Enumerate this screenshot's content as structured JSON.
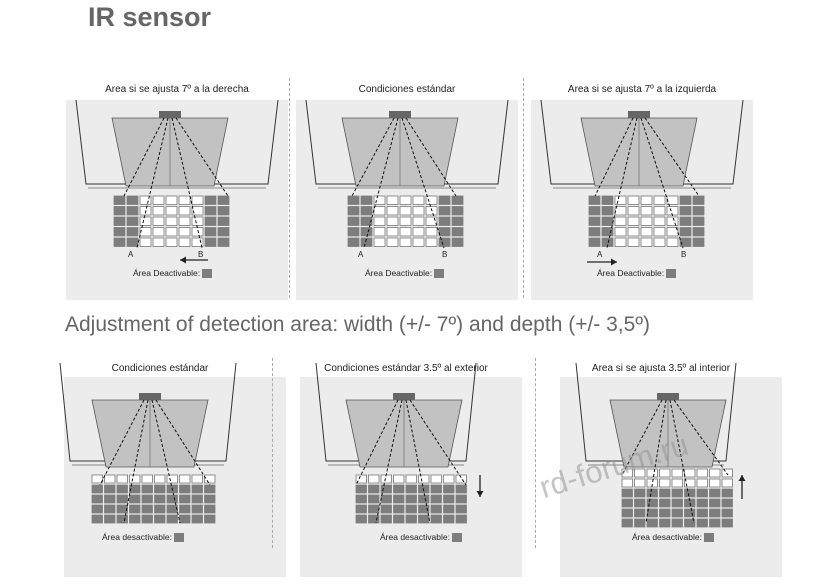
{
  "header": {
    "title": "IR sensor"
  },
  "section": {
    "subtitle": "Adjustment of detection area: width (+/- 7º) and depth (+/- 3,5º)"
  },
  "width_panels": [
    {
      "title": "Area si se ajusta 7º a la derecha",
      "label_a": "A",
      "label_b": "B",
      "caption": "Área Deactivable:",
      "arrow": "left"
    },
    {
      "title": "Condiciones estándar",
      "label_a": "A",
      "label_b": "B",
      "caption": "Área Deactivable:",
      "arrow": "none"
    },
    {
      "title": "Area si se ajusta 7º a la izquierda",
      "label_a": "A",
      "label_b": "B",
      "caption": "Área Deactivable:",
      "arrow": "right"
    }
  ],
  "depth_panels": [
    {
      "title": "Condiciones estándar",
      "caption": "Área desactivable:",
      "arrow": "none"
    },
    {
      "title": "Condiciones estándar 3.5º al exterior",
      "caption": "Área desactivable:",
      "arrow": "down"
    },
    {
      "title": "Area si se ajusta 3.5º al interior",
      "caption": "Área desactivable:",
      "arrow": "up"
    }
  ],
  "watermark": "rd-forum.ru",
  "colors": {
    "deactivable": "#7d7d7d",
    "sensor_body": "#c2c2c2",
    "background_panel": "#ececec",
    "title": "#666666"
  }
}
